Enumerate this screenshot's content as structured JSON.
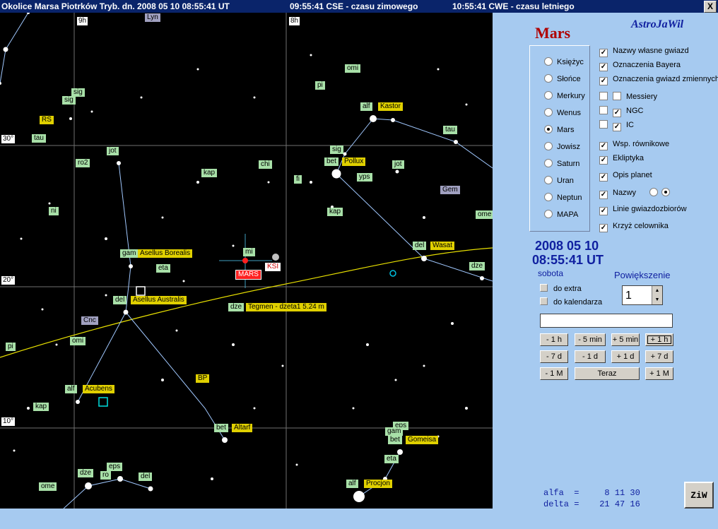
{
  "titlebar": {
    "title": "Okolice Marsa  Piotrków Tryb.  dn.  2008 05 10    08:55:41 UT",
    "cse": "09:55:41 CSE  - czasu zimowego",
    "cwe": "10:55:41 CWE  - czasu letniego",
    "close": "X"
  },
  "axes": {
    "ra": [
      "9h",
      "8h"
    ],
    "dec": [
      "30°",
      "20°",
      "10°"
    ],
    "lyn": "Lyn"
  },
  "map_labels": {
    "omi_top": "omi",
    "pi_top": "pi",
    "sig": "sig",
    "sig2": "sig",
    "RS": "RS",
    "tau_left": "tau",
    "alf_kastor": "alf",
    "Kastor": "Kastor",
    "tau_right": "tau",
    "sig_gem": "sig",
    "bet_pollux": "bet",
    "Pollux": "Pollux",
    "jot_gem": "jot",
    "ups": "yps",
    "chi": "chi",
    "fi": "fi",
    "Gem": "Gem",
    "kap_gem": "kap",
    "ome": "ome",
    "jot": "jot",
    "ro2": "ro2",
    "kap": "kap",
    "ni": "ni",
    "mi": "mi",
    "MARS": "MARS",
    "KSI": "KSI",
    "gam": "gam",
    "Asellus_Borealis": "Asellus Borealis",
    "eta": "eta",
    "del": "del",
    "Asellus_Australis": "Asellus Australis",
    "del_wasat": "del",
    "Wasat": "Wasat",
    "dze_r": "dze",
    "dze_tegmen": "dze",
    "Tegmen": "Tegmen - dzeta1  5.24 m",
    "Cnc": "Cnc",
    "pi_left": "pi",
    "omi_left": "omi",
    "BP": "BP",
    "alf_acubens": "alf",
    "Acubens": "Acubens",
    "kap_left": "kap",
    "bet_altarf": "bet",
    "Altarf": "Altarf",
    "eps_r": "eps",
    "gam_r": "gam",
    "bet_gom": "bet",
    "Gomeisa": "Gomeisa",
    "eta_r": "eta",
    "alf_procyon": "alf",
    "Procjon": "Procjon",
    "eps_l": "eps",
    "dze_l": "dze",
    "ro": "ro",
    "del_l": "del",
    "ome_l": "ome"
  },
  "panel": {
    "planet_title": "Mars",
    "brand": "AstroJaWil",
    "planets": [
      "Księżyc",
      "Słońce",
      "Merkury",
      "Wenus",
      "Mars",
      "Jowisz",
      "Saturn",
      "Uran",
      "Neptun",
      "MAPA"
    ],
    "selected_planet": "Mars",
    "options": {
      "nazwy_wlasne": "Nazwy własne gwiazd",
      "bayer": "Oznaczenia Bayera",
      "zmienne": "Oznaczenia gwiazd zmiennych",
      "messier": "Messiery",
      "ngc": "NGC",
      "ic": "IC",
      "wsp": "Wsp. równikowe",
      "ekliptyka": "Ekliptyka",
      "opis": "Opis planet",
      "nazwy": "Nazwy",
      "linie": "Linie gwiazdozbiorów",
      "krzyz": "Krzyż celownika"
    },
    "date": "2008 05 10",
    "time": "08:55:41 UT",
    "day_of_week": "sobota",
    "zoom_label": "Powiększenie",
    "zoom_value": "1",
    "do_extra": "do extra",
    "do_kalendarza": "do kalendarza",
    "buttons": {
      "m1h": "- 1 h",
      "m5min": "- 5 min",
      "p5min": "+ 5 min",
      "p1h": "+ 1 h",
      "m7d": "- 7 d",
      "m1d": "- 1 d",
      "p1d": "+ 1 d",
      "p7d": "+ 7 d",
      "m1M": "- 1 M",
      "teraz": "Teraz",
      "p1M": "+ 1 M"
    },
    "alfa": "alfa  =     8 11 30",
    "delta": "delta =    21 47 16",
    "ziw": "ZiW"
  }
}
